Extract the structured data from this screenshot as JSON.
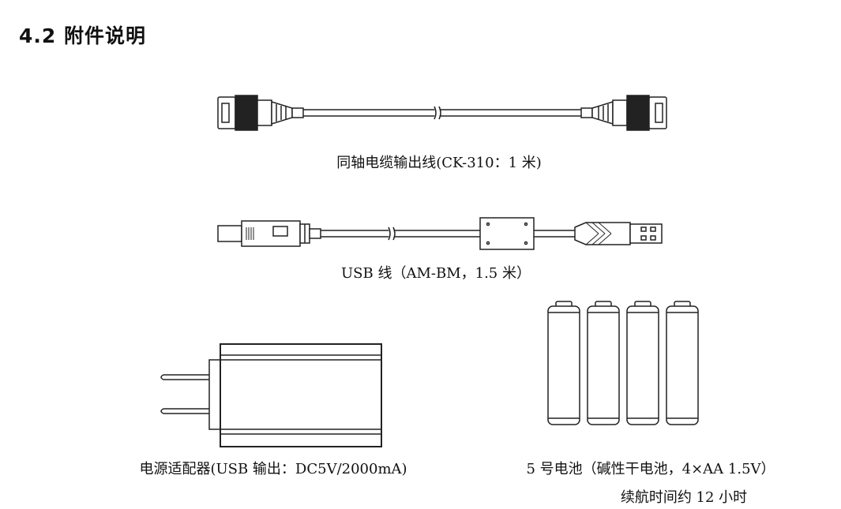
{
  "heading": "4.2 附件说明",
  "items": {
    "coax_cable": {
      "caption": "同轴电缆输出线(CK-310：1 米)"
    },
    "usb_cable": {
      "caption": "USB 线（AM-BM，1.5 米）"
    },
    "power_adapter": {
      "caption": "电源适配器(USB 输出：DC5V/2000mA)"
    },
    "batteries": {
      "caption": "5 号电池（碱性干电池，4×AA 1.5V）",
      "caption_line2": "续航时间约 12 小时",
      "count": 4
    }
  }
}
